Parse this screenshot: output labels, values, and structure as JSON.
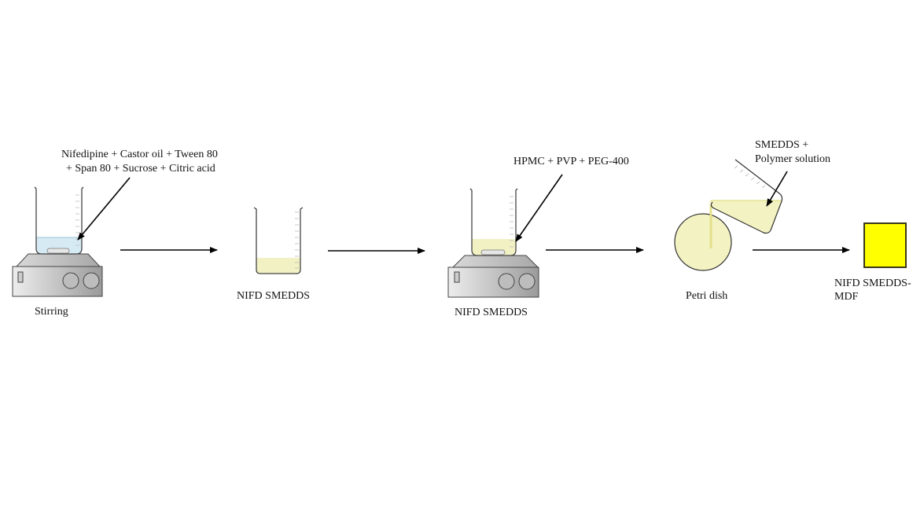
{
  "diagram": {
    "title": "NIFD SMEDDS-MDF preparation workflow",
    "steps": [
      {
        "id": "stirring",
        "input_label_line1": "Nifedipine + Castor oil + Tween 80",
        "input_label_line2": "+ Span 80 + Sucrose + Citric acid",
        "caption": "Stirring",
        "liquid_color": "#d6eaf3"
      },
      {
        "id": "smedds",
        "caption": "NIFD SMEDDS",
        "liquid_color": "#f1f1c4"
      },
      {
        "id": "smedds-stirring",
        "input_label": "HPMC + PVP + PEG-400",
        "caption": "NIFD SMEDDS",
        "liquid_color": "#f1f1c4"
      },
      {
        "id": "petri-dish",
        "input_label_line1": "SMEDDS +",
        "input_label_line2": "Polymer solution",
        "caption": "Petri dish",
        "liquid_color": "#f3f2c2"
      },
      {
        "id": "product",
        "caption_line1": "NIFD SMEDDS-",
        "caption_line2": "MDF",
        "color": "#ffff00"
      }
    ],
    "colors": {
      "stirrer_body": "#b5b5b5",
      "arrow": "#000000"
    }
  }
}
